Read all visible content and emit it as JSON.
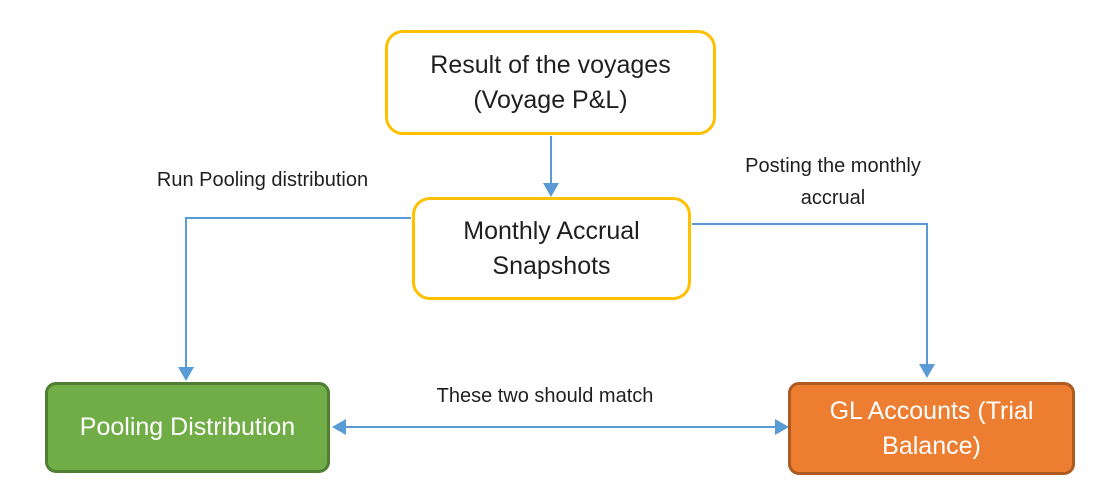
{
  "colors": {
    "connector_blue": "#5B9BD5",
    "yellow_border": "#FFC000",
    "green_fill": "#70AD47",
    "green_border": "#507E32",
    "orange_fill": "#ED7D31",
    "orange_border": "#AE5A21",
    "node_text_dark": "#1f1f1f",
    "node_text_light": "#FFFFFF"
  },
  "nodes": {
    "result": {
      "label": "Result of the voyages\n(Voyage P&L)"
    },
    "snapshots": {
      "label": "Monthly Accrual\nSnapshots"
    },
    "pooling": {
      "label": "Pooling Distribution"
    },
    "gl": {
      "label": "GL Accounts (Trial\nBalance)"
    }
  },
  "edge_labels": {
    "run_pooling": "Run Pooling distribution",
    "posting": "Posting the monthly\naccrual",
    "match": "These two should match"
  }
}
